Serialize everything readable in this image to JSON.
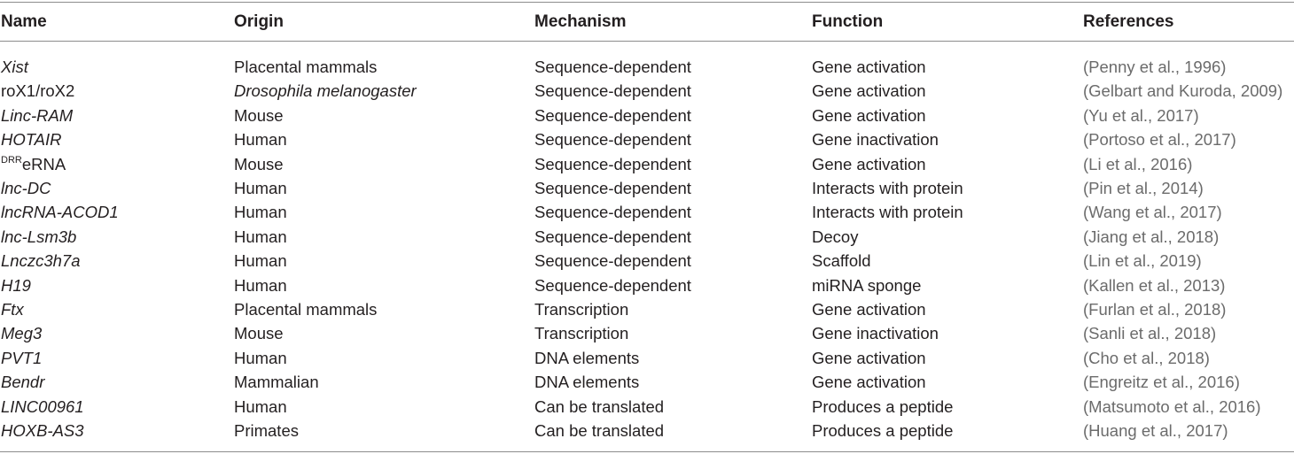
{
  "table": {
    "headers": {
      "name": "Name",
      "origin": "Origin",
      "mechanism": "Mechanism",
      "function": "Function",
      "references": "References"
    },
    "rows": [
      {
        "name": "Xist",
        "name_italic": true,
        "origin": "Placental mammals",
        "origin_italic": false,
        "mechanism": "Sequence-dependent",
        "function": "Gene activation",
        "reference": "(Penny et al., 1996)"
      },
      {
        "name": "roX1/roX2",
        "name_italic": false,
        "origin": "Drosophila melanogaster",
        "origin_italic": true,
        "mechanism": "Sequence-dependent",
        "function": "Gene activation",
        "reference": "(Gelbart and Kuroda, 2009)"
      },
      {
        "name": "Linc-RAM",
        "name_italic": true,
        "origin": "Mouse",
        "origin_italic": false,
        "mechanism": "Sequence-dependent",
        "function": "Gene activation",
        "reference": "(Yu et al., 2017)"
      },
      {
        "name": "HOTAIR",
        "name_italic": true,
        "origin": "Human",
        "origin_italic": false,
        "mechanism": "Sequence-dependent",
        "function": "Gene inactivation",
        "reference": "(Portoso et al., 2017)"
      },
      {
        "name_sup": "DRR",
        "name": "eRNA",
        "name_italic": false,
        "origin": "Mouse",
        "origin_italic": false,
        "mechanism": "Sequence-dependent",
        "function": "Gene activation",
        "reference": "(Li et al., 2016)"
      },
      {
        "name": "lnc-DC",
        "name_italic": true,
        "origin": "Human",
        "origin_italic": false,
        "mechanism": "Sequence-dependent",
        "function": "Interacts with protein",
        "reference": "(Pin et al., 2014)"
      },
      {
        "name": "lncRNA-ACOD1",
        "name_italic": true,
        "origin": "Human",
        "origin_italic": false,
        "mechanism": "Sequence-dependent",
        "function": "Interacts with protein",
        "reference": "(Wang et al., 2017)"
      },
      {
        "name": "lnc-Lsm3b",
        "name_italic": true,
        "origin": "Human",
        "origin_italic": false,
        "mechanism": "Sequence-dependent",
        "function": "Decoy",
        "reference": "(Jiang et al., 2018)"
      },
      {
        "name": "Lnczc3h7a",
        "name_italic": true,
        "origin": "Human",
        "origin_italic": false,
        "mechanism": "Sequence-dependent",
        "function": "Scaffold",
        "reference": "(Lin et al., 2019)"
      },
      {
        "name": "H19",
        "name_italic": true,
        "origin": "Human",
        "origin_italic": false,
        "mechanism": "Sequence-dependent",
        "function": "miRNA sponge",
        "reference": "(Kallen et al., 2013)"
      },
      {
        "name": "Ftx",
        "name_italic": true,
        "origin": "Placental mammals",
        "origin_italic": false,
        "mechanism": "Transcription",
        "function": "Gene activation",
        "reference": "(Furlan et al., 2018)"
      },
      {
        "name": "Meg3",
        "name_italic": true,
        "origin": "Mouse",
        "origin_italic": false,
        "mechanism": "Transcription",
        "function": "Gene inactivation",
        "reference": "(Sanli et al., 2018)"
      },
      {
        "name": "PVT1",
        "name_italic": true,
        "origin": "Human",
        "origin_italic": false,
        "mechanism": "DNA elements",
        "function": "Gene activation",
        "reference": "(Cho et al., 2018)"
      },
      {
        "name": "Bendr",
        "name_italic": true,
        "origin": "Mammalian",
        "origin_italic": false,
        "mechanism": "DNA elements",
        "function": "Gene activation",
        "reference": "(Engreitz et al., 2016)"
      },
      {
        "name": "LINC00961",
        "name_italic": true,
        "origin": "Human",
        "origin_italic": false,
        "mechanism": "Can be translated",
        "function": "Produces a peptide",
        "reference": "(Matsumoto et al., 2016)"
      },
      {
        "name": "HOXB-AS3",
        "name_italic": true,
        "origin": "Primates",
        "origin_italic": false,
        "mechanism": "Can be translated",
        "function": "Produces a peptide",
        "reference": "(Huang et al., 2017)"
      }
    ],
    "colors": {
      "text": "#231f20",
      "reference_text": "#6b6b6b",
      "rule": "#8c8c8c"
    }
  }
}
